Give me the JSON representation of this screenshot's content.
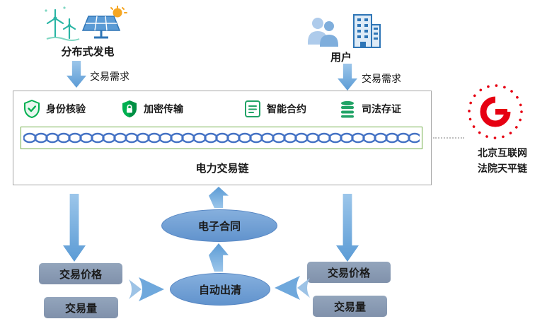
{
  "sources": {
    "generation": {
      "label": "分布式发电",
      "demand_label": "交易需求"
    },
    "users": {
      "label": "用户",
      "demand_label": "交易需求"
    }
  },
  "chain_box": {
    "title": "电力交易链",
    "features": [
      {
        "icon": "shield-check-icon",
        "label": "身份核验"
      },
      {
        "icon": "shield-lock-icon",
        "label": "加密传输"
      },
      {
        "icon": "smart-contract-icon",
        "label": "智能合约"
      },
      {
        "icon": "ledger-stack-icon",
        "label": "司法存证"
      }
    ]
  },
  "court": {
    "name_line1": "北京互联网",
    "name_line2": "法院天平链"
  },
  "flow": {
    "contract_label": "电子合同",
    "clearing_label": "自动出清",
    "left_price_label": "交易价格",
    "left_volume_label": "交易量",
    "right_price_label": "交易价格",
    "right_volume_label": "交易量"
  },
  "colors": {
    "arrow_blue": "#6FA8DC",
    "ellipse_blue": "#6C9CD6",
    "panel_slate": "#8496B0",
    "chain_link_blue": "#4472C4",
    "feature_green": "#21A366",
    "chain_border_green": "#70AD47",
    "court_logo_red": "#E60012"
  }
}
